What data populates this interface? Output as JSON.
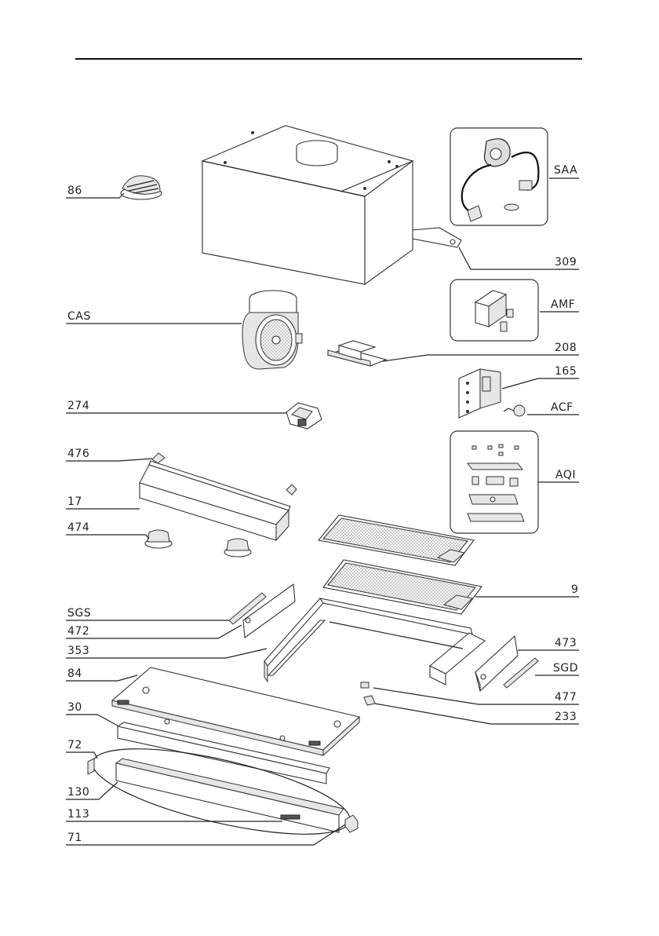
{
  "labels": {
    "l86": "86",
    "lSAA": "SAA",
    "l309": "309",
    "lCAS": "CAS",
    "lAMF": "AMF",
    "l208": "208",
    "l165": "165",
    "l274": "274",
    "lACF": "ACF",
    "l476": "476",
    "lAQI": "AQI",
    "l17": "17",
    "l474": "474",
    "l9": "9",
    "lSGS": "SGS",
    "l472": "472",
    "l353": "353",
    "l473": "473",
    "l84": "84",
    "lSGD": "SGD",
    "l477": "477",
    "l30": "30",
    "l233": "233",
    "l72": "72",
    "l130": "130",
    "l113": "113",
    "l71": "71"
  },
  "colors": {
    "line": "#222222",
    "part_fill": "#ffffff",
    "shade": "#e6e6e6"
  }
}
